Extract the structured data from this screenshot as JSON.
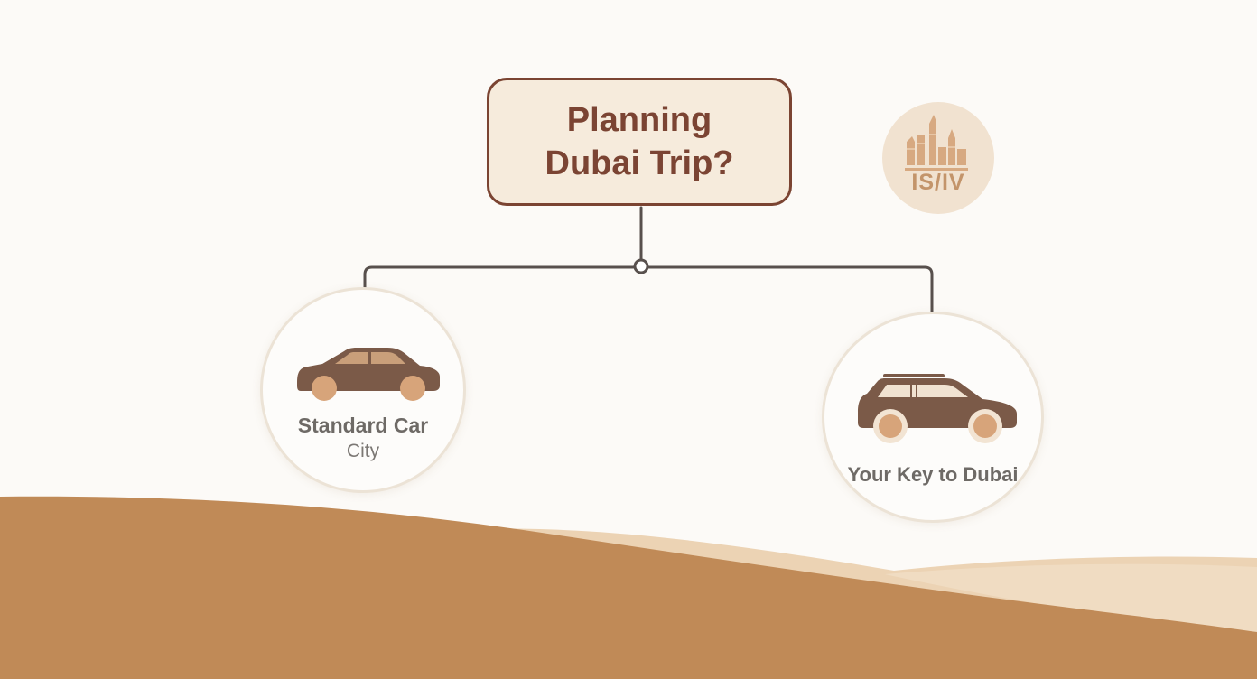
{
  "root": {
    "title_line1": "Planning",
    "title_line2": "Dubai Trip?"
  },
  "badge": {
    "icon": "city-skyline-icon",
    "text": "IS/IV"
  },
  "options": [
    {
      "icon": "car-icon",
      "title": "Standard Car",
      "subtitle": "City"
    },
    {
      "icon": "suv-icon",
      "title": "Your Key to Dubai"
    }
  ],
  "colors": {
    "background": "#fcfaf7",
    "box_fill": "#f6ebdc",
    "box_border": "#7b4432",
    "title_text": "#7b4433",
    "car_body": "#7b5a48",
    "wheel_accent": "#d7a47a",
    "dune_dark": "#c08a57",
    "dune_light": "#ecd3b4",
    "connector": "#58504d",
    "label_text": "#6e6a66"
  }
}
